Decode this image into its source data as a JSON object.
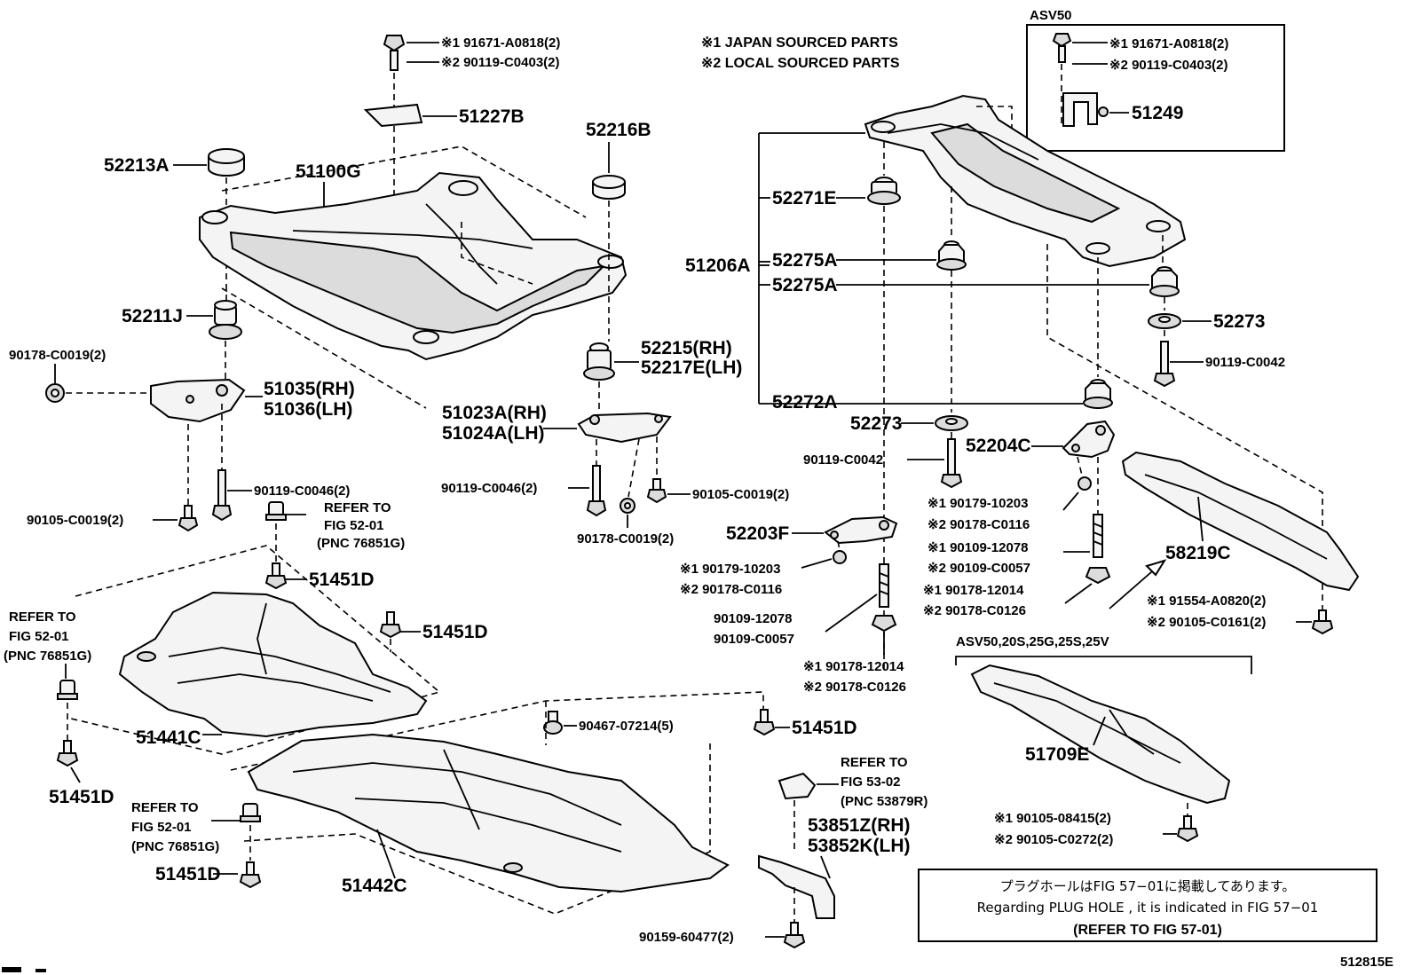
{
  "legend": {
    "line1": "※1 JAPAN SOURCED PARTS",
    "line2": "※2 LOCAL SOURCED PARTS"
  },
  "asv50_box": {
    "title": "ASV50",
    "bolt_j": "※1 91671-A0818(2)",
    "bolt_l": "※2 90119-C0403(2)",
    "part": "51249"
  },
  "top_bolt": {
    "j": "※1 91671-A0818(2)",
    "l": "※2 90119-C0403(2)"
  },
  "front_parts": {
    "p51227B": "51227B",
    "p52216B": "52216B",
    "p52213A": "52213A",
    "p51100G": "51100G",
    "p52211J": "52211J",
    "p90178_c0019_2": "90178-C0019(2)",
    "p51035": "51035(RH)",
    "p51036": "51036(LH)",
    "p52215": "52215(RH)",
    "p52217E": "52217E(LH)",
    "p51023A": "51023A(RH)",
    "p51024A": "51024A(LH)",
    "p90119_c0046_a": "90119-C0046(2)",
    "p90105_c0019_a": "90105-C0019(2)",
    "p90119_c0046_b": "90119-C0046(2)",
    "p90105_c0019_b": "90105-C0019(2)",
    "p90178_c0019_b": "90178-C0019(2)"
  },
  "refer_a": {
    "l1": "REFER TO",
    "l2": "FIG 52-01",
    "l3": "(PNC 76851G)"
  },
  "refer_b": {
    "l1": "REFER TO",
    "l2": "FIG 52-01",
    "l3": "(PNC 76851G)"
  },
  "refer_c": {
    "l1": "REFER TO",
    "l2": "FIG 52-01",
    "l3": "(PNC 76851G)"
  },
  "refer_d": {
    "l1": "REFER TO",
    "l2": "FIG 53-02",
    "l3": "(PNC 53879R)"
  },
  "under_parts": {
    "p51451D_1": "51451D",
    "p51451D_2": "51451D",
    "p51451D_3": "51451D",
    "p51451D_4": "51451D",
    "p51451D_5": "51451D",
    "p51441C": "51441C",
    "p51442C": "51442C",
    "p90467": "90467-07214(5)",
    "p53851Z": "53851Z(RH)",
    "p53852K": "53852K(LH)",
    "p90159": "90159-60477(2)"
  },
  "rear_parts": {
    "p52271E": "52271E",
    "p51206A": "51206A",
    "p52275A_1": "52275A",
    "p52275A_2": "52275A",
    "p52273_r": "52273",
    "p90119_c0042_r": "90119-C0042",
    "p52272A": "52272A",
    "p52273_l": "52273",
    "p90119_c0042_l": "90119-C0042",
    "p52204C": "52204C",
    "p52203F": "52203F",
    "p58219C": "58219C",
    "s1_90179": "※1 90179-10203",
    "s2_90178_c0116": "※2 90178-C0116",
    "s1_90109": "※1 90109-12078",
    "s2_90109": "※2 90109-C0057",
    "s1_90178_12014": "※1 90178-12014",
    "s2_90178_c0126": "※2 90178-C0126",
    "s1_91554": "※1 91554-A0820(2)",
    "s2_90105_c0161": "※2 90105-C0161(2)",
    "l_90179": "※1 90179-10203",
    "l_90178_c0116": "※2 90178-C0116",
    "l_90109_12078": "90109-12078",
    "l_90109_c0057": "90109-C0057",
    "l_90178_12014": "※1 90178-12014",
    "l_90178_c0126": "※2 90178-C0126"
  },
  "lower_right": {
    "title": "ASV50,20S,25G,25S,25V",
    "part": "51709E",
    "b1": "※1 90105-08415(2)",
    "b2": "※2 90105-C0272(2)"
  },
  "plug_note": {
    "jp": "プラグホールはFIG 57−01に掲載してあります。",
    "en": "Regarding  PLUG  HOLE , it is indicated in  FIG  57−01",
    "ref": "(REFER  TO  FIG  57-01)"
  },
  "figure_id": "512815E"
}
